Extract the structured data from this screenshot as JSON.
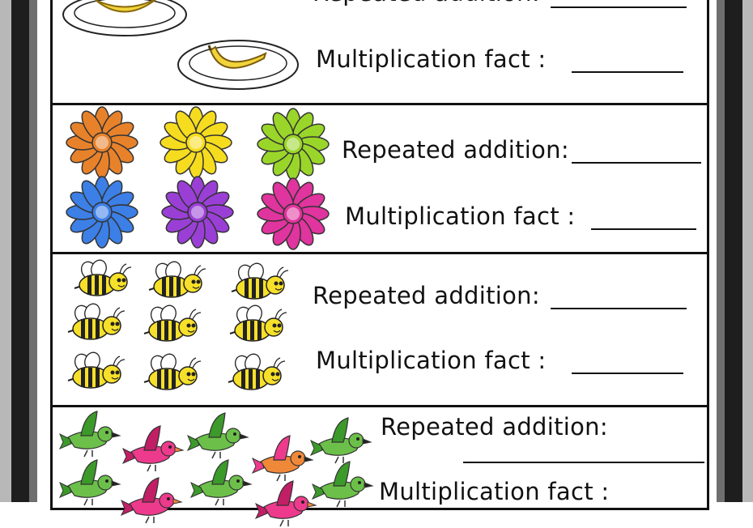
{
  "sections": [
    {
      "id": "bananas",
      "repeated_label": "Repeated addition:",
      "fact_label": "Multiplication fact :",
      "items": [
        "banana-on-plate",
        "banana-on-plate"
      ]
    },
    {
      "id": "flowers",
      "repeated_label": "Repeated addition:",
      "fact_label": "Multiplication fact :",
      "items": [
        "orange-flower",
        "yellow-flower",
        "green-flower",
        "blue-flower",
        "purple-flower",
        "pink-flower"
      ]
    },
    {
      "id": "bees",
      "repeated_label": "Repeated addition:",
      "fact_label": "Multiplication fact :",
      "items": [
        "bee",
        "bee",
        "bee",
        "bee",
        "bee",
        "bee",
        "bee",
        "bee",
        "bee"
      ]
    },
    {
      "id": "birds",
      "repeated_label": "Repeated addition:",
      "fact_label": "Multiplication fact :",
      "items": [
        "green-bird",
        "pink-bird",
        "green-bird",
        "orange-bird",
        "green-bird",
        "green-bird",
        "green-bird",
        "green-bird",
        "pink-bird",
        "pink-bird"
      ]
    }
  ],
  "colors": {
    "border": "#111111",
    "flower_orange": "#e8822a",
    "flower_yellow": "#f6dc1e",
    "flower_green": "#9ad62a",
    "flower_blue": "#3c7fe6",
    "flower_purple": "#9a3fd6",
    "flower_pink": "#e0349e",
    "bird_green": "#6cc04a",
    "bird_pink": "#ee3a8c",
    "bird_orange": "#f0883a",
    "bee_yellow": "#f6e02a",
    "banana": "#f2d43a"
  }
}
